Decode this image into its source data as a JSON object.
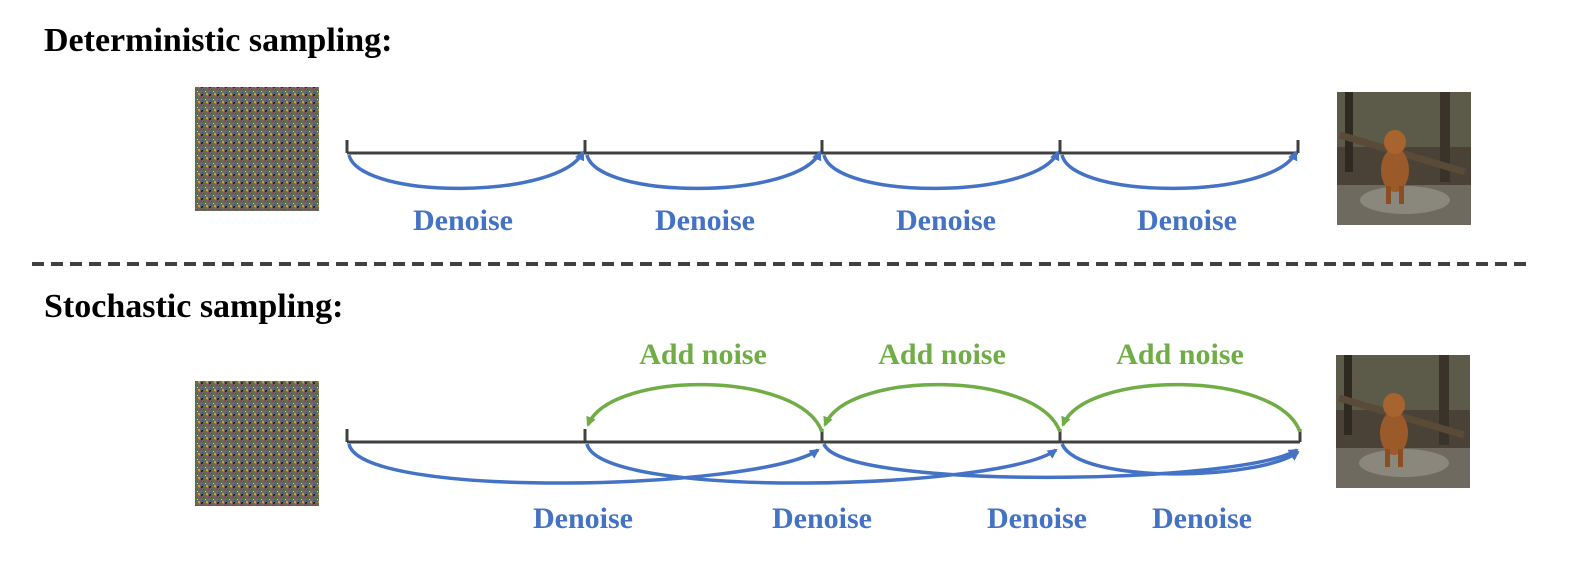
{
  "deterministic": {
    "heading": "Deterministic sampling:",
    "denoise_labels": [
      "Denoise",
      "Denoise",
      "Denoise",
      "Denoise"
    ]
  },
  "stochastic": {
    "heading": "Stochastic sampling:",
    "add_noise_labels": [
      "Add noise",
      "Add noise",
      "Add noise"
    ],
    "denoise_labels": [
      "Denoise",
      "Denoise",
      "Denoise",
      "Denoise"
    ]
  },
  "colors": {
    "denoise": "#4472c4",
    "add_noise": "#70ad47",
    "timeline": "#404040",
    "divider": "#404040"
  },
  "images": {
    "start": "noise-image",
    "end": "dog-photo"
  }
}
